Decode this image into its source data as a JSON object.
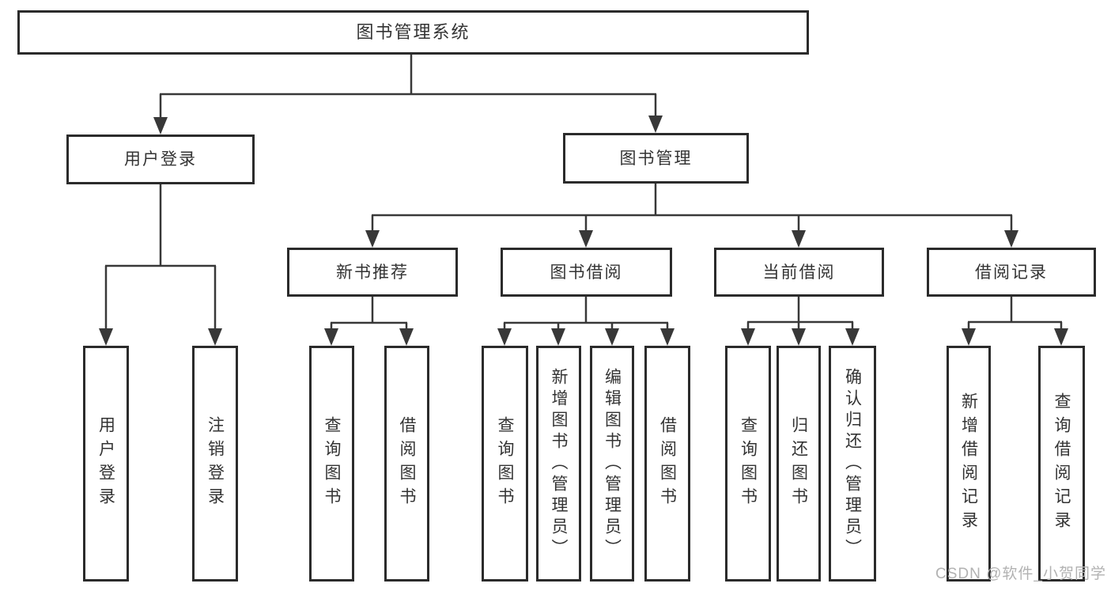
{
  "tree": {
    "root": {
      "label": "图书管理系统"
    },
    "branches": [
      {
        "label": "用户登录",
        "children": [
          {
            "label": "用户登录"
          },
          {
            "label": "注销登录"
          }
        ]
      },
      {
        "label": "图书管理",
        "children": [
          {
            "label": "新书推荐",
            "children": [
              {
                "label": "查询图书"
              },
              {
                "label": "借阅图书"
              }
            ]
          },
          {
            "label": "图书借阅",
            "children": [
              {
                "label": "查询图书"
              },
              {
                "label": "新增图书（管理员）"
              },
              {
                "label": "编辑图书（管理员）"
              },
              {
                "label": "借阅图书"
              }
            ]
          },
          {
            "label": "当前借阅",
            "children": [
              {
                "label": "查询图书"
              },
              {
                "label": "归还图书"
              },
              {
                "label": "确认归还（管理员）"
              }
            ]
          },
          {
            "label": "借阅记录",
            "children": [
              {
                "label": "新增借阅记录"
              },
              {
                "label": "查询借阅记录"
              }
            ]
          }
        ]
      }
    ]
  },
  "watermark": {
    "text": "CSDN @软件_小贺同学"
  },
  "colors": {
    "line": "#383838",
    "box_border": "#2b2b2b",
    "text": "#333333",
    "background": "#ffffff",
    "watermark": "#b2b2b2"
  }
}
